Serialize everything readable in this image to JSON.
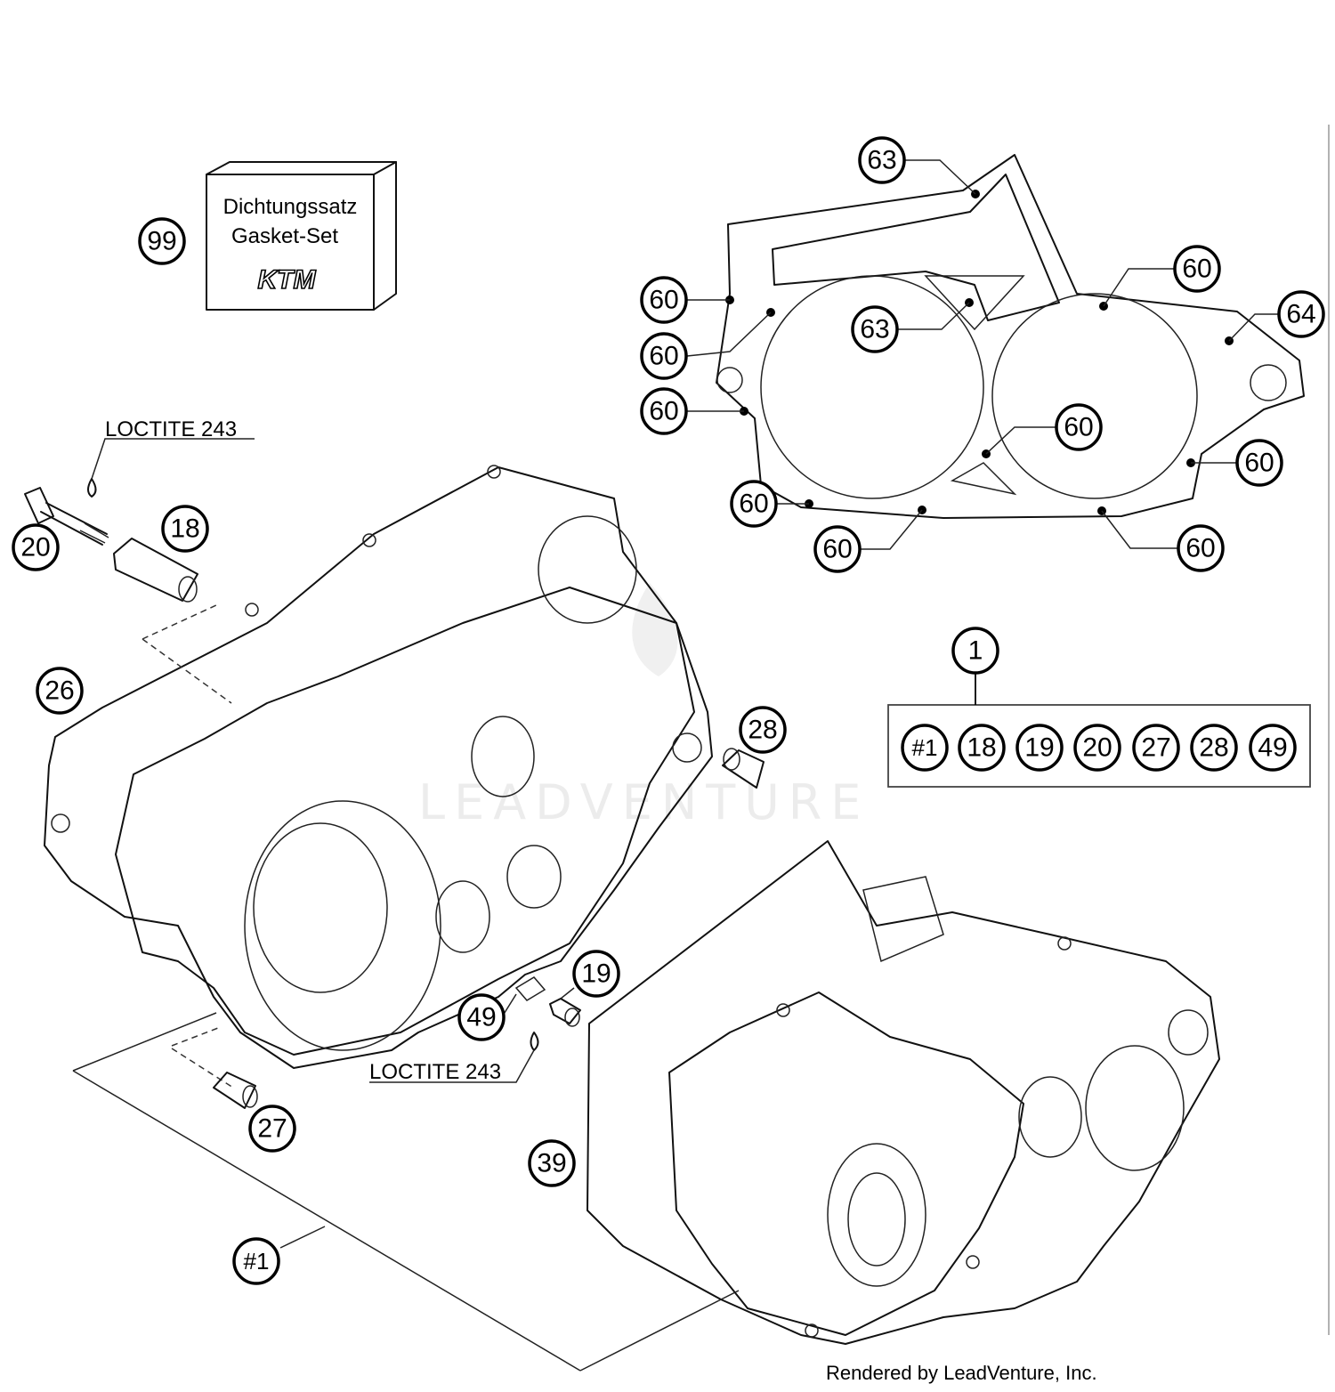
{
  "gasket_set_box": {
    "line1": "Dichtungssatz",
    "line2": "Gasket-Set",
    "logo_text": "KTM"
  },
  "notes": {
    "loctite_top": "LOCTITE 243",
    "loctite_bottom": "LOCTITE 243"
  },
  "callouts": {
    "c99": "99",
    "c63a": "63",
    "c63b": "63",
    "c64": "64",
    "c60a": "60",
    "c60b": "60",
    "c60c": "60",
    "c60d": "60",
    "c60e": "60",
    "c60f": "60",
    "c60g": "60",
    "c60h": "60",
    "c60i": "60",
    "c20": "20",
    "c18": "18",
    "c26": "26",
    "c28": "28",
    "c19": "19",
    "c49": "49",
    "c27": "27",
    "c39": "39",
    "c1assy": "#1",
    "c1": "1"
  },
  "kit_box": {
    "items": [
      "#1",
      "18",
      "19",
      "20",
      "27",
      "28",
      "49"
    ]
  },
  "watermark": "LEADVENTURE",
  "credit": "Rendered by LeadVenture, Inc."
}
